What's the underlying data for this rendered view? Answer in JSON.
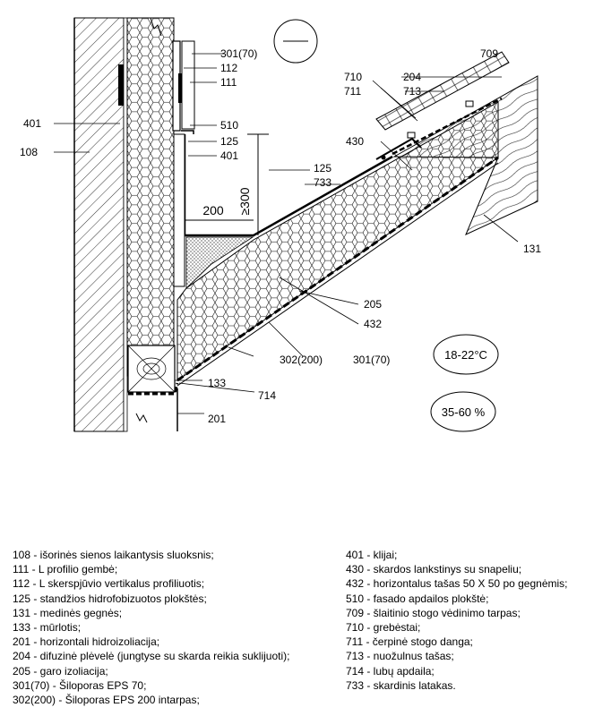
{
  "callouts": {
    "c301_70_top": "301(70)",
    "c112": "112",
    "c111": "111",
    "c401_left": "401",
    "c108": "108",
    "c510": "510",
    "c125_a": "125",
    "c401_b": "401",
    "c125_b": "125",
    "c733": "733",
    "c430": "430",
    "c709": "709",
    "c710": "710",
    "c204": "204",
    "c711": "711",
    "c713": "713",
    "c131": "131",
    "c205": "205",
    "c432": "432",
    "c302_200": "302(200)",
    "c301_70_bot": "301(70)",
    "c133": "133",
    "c714": "714",
    "c201": "201"
  },
  "dimensions": {
    "height": "≥300",
    "width": "200"
  },
  "conditions": {
    "temperature": "18-22°C",
    "humidity": "35-60 %"
  },
  "legend": {
    "left": [
      "108 - išorinės sienos laikantysis sluoksnis;",
      "111 - L profilio gembė;",
      "112 - L skerspjūvio vertikalus profiliuotis;",
      "125 - standžios hidrofobizuotos plokštės;",
      "131 - medinės gegnės;",
      "133 - mūrlotis;",
      "201 - horizontali hidroizoliacija;",
      "204 - difuzinė plėvelė (jungtyse su skarda reikia suklijuoti);",
      "205 - garo izoliacija;",
      "301(70) - Šiloporas EPS 70;",
      "302(200) - Šiloporas EPS 200 intarpas;"
    ],
    "right": [
      "401 - klijai;",
      "430 - skardos lankstinys su snapeliu;",
      "432 - horizontalus tašas 50 X 50 po gegnėmis;",
      "510 - fasado apdailos plokštė;",
      "709 - šlaitinio stogo vėdinimo tarpas;",
      "710 - grebėstai;",
      "711 - čerpinė stogo danga;",
      "713 - nuožulnus tašas;",
      "714 - lubų apdaila;",
      "733 - skardinis latakas."
    ]
  }
}
